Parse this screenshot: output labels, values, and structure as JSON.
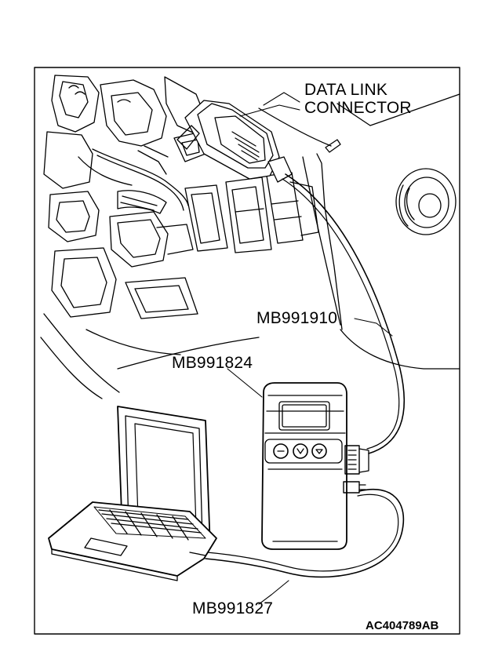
{
  "figure": {
    "labels": {
      "data_link_connector_line1": "DATA LINK",
      "data_link_connector_line2": "CONNECTOR",
      "cable_mb991910": "MB991910",
      "interface_mb991824": "MB991824",
      "cable_mb991827": "MB991827"
    },
    "figure_id": "AC404789AB"
  }
}
